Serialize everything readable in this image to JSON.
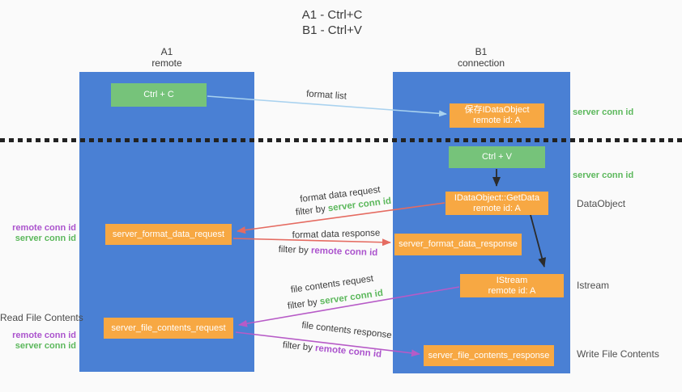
{
  "title": {
    "line1": "A1 - Ctrl+C",
    "line2": "B1 - Ctrl+V"
  },
  "lanes": {
    "left": {
      "name": "A1",
      "role": "remote"
    },
    "right": {
      "name": "B1",
      "role": "connection"
    }
  },
  "nodes": {
    "ctrl_c": {
      "label": "Ctrl + C"
    },
    "save_idataobject": {
      "line1": "保存IDataObject",
      "line2": "remote id: A"
    },
    "ctrl_v": {
      "label": "Ctrl + V"
    },
    "getdata": {
      "line1": "IDataObject::GetData",
      "line2": "remote id: A"
    },
    "format_request": {
      "label": "server_format_data_request"
    },
    "format_response": {
      "label": "server_format_data_response"
    },
    "istream": {
      "line1": "IStream",
      "line2": "remote id: A"
    },
    "file_request": {
      "label": "server_file_contents_request"
    },
    "file_response": {
      "label": "server_file_contents_response"
    }
  },
  "edge_labels": {
    "format_list": "format list",
    "format_data_request": "format data request",
    "format_data_response": "format data response",
    "file_contents_request": "file contents request",
    "file_contents_response": "file contents response",
    "filter_by": "filter by ",
    "server_conn_id": "server conn id",
    "remote_conn_id": "remote conn id"
  },
  "annotations": {
    "server_conn_id_top": "server conn id",
    "server_conn_id_mid": "server conn id",
    "dataobject": "DataObject",
    "istream": "Istream",
    "write_file_contents": "Write File Contents",
    "read_file_contents": "Read File Contents",
    "remote_conn_id_mid": "remote conn id",
    "server_conn_id_left_mid": "server conn id",
    "remote_conn_id_bottom": "remote conn id",
    "server_conn_id_left_bottom": "server conn id"
  },
  "colors": {
    "lane_blue": "#4a80d4",
    "box_green": "#76c37a",
    "box_orange": "#f7a843",
    "arrow_red": "#e56b61",
    "arrow_purple": "#b75bc7",
    "arrow_light_blue": "#a9d2ef",
    "arrow_black": "#2b2b2b",
    "text_green": "#5cb85c",
    "text_purple": "#ab53cd"
  }
}
